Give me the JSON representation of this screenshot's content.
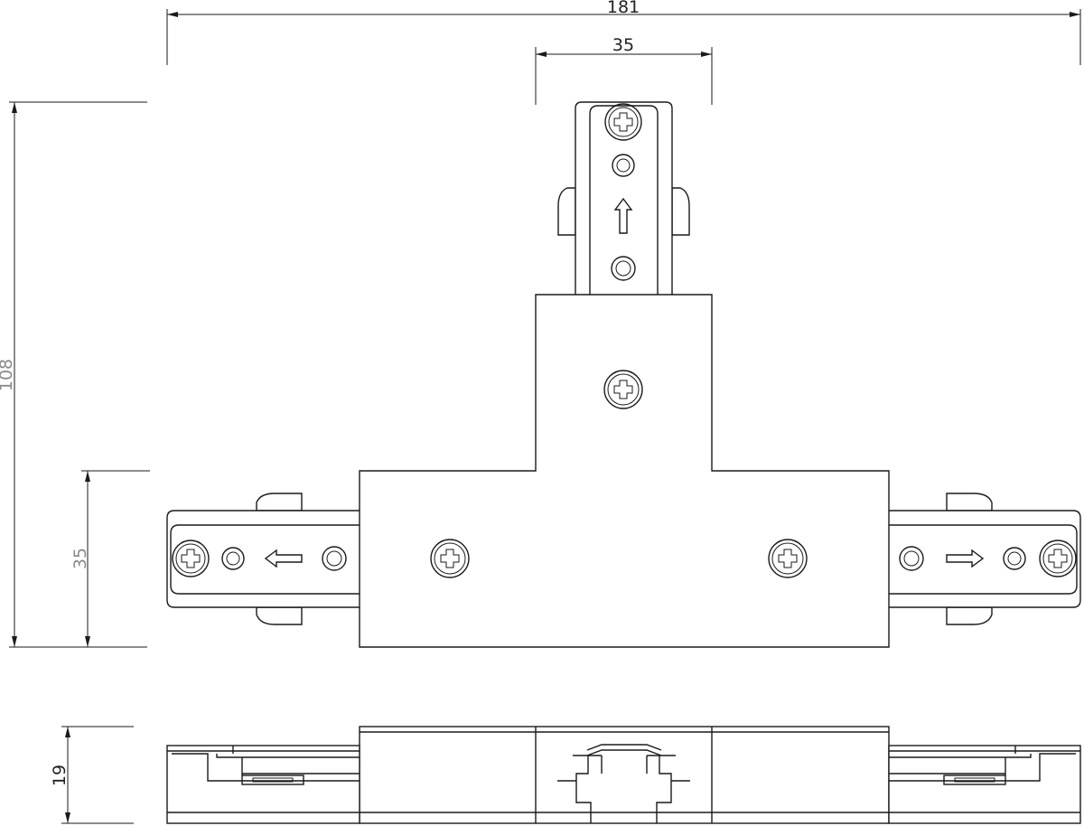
{
  "dimensions": {
    "overall_width": "181",
    "branch_width": "35",
    "overall_height": "108",
    "arm_height": "35",
    "thickness": "19"
  },
  "colors": {
    "line": "#1a1a1a",
    "secondary_label": "#8a8a8a",
    "background": "#ffffff"
  }
}
